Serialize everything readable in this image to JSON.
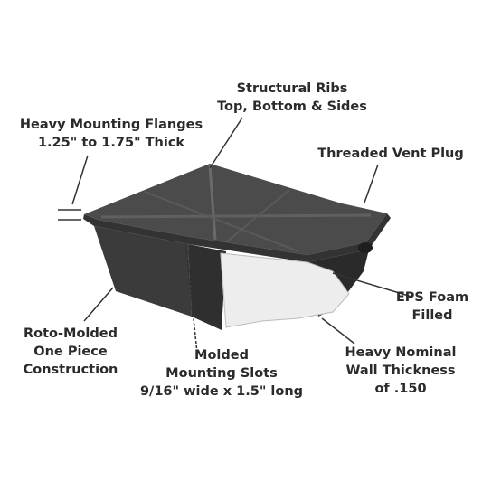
{
  "callouts": {
    "ribs": [
      "Structural Ribs",
      "Top, Bottom & Sides"
    ],
    "flanges": [
      "Heavy Mounting Flanges",
      "1.25\" to 1.75\" Thick"
    ],
    "vent": [
      "Threaded Vent Plug"
    ],
    "foam": [
      "EPS Foam",
      "Filled"
    ],
    "roto": [
      "Roto-Molded",
      "One Piece",
      "Construction"
    ],
    "slots": [
      "Molded",
      "Mounting Slots",
      "9/16\" wide x 1.5\" long"
    ],
    "wall": [
      "Heavy Nominal",
      "Wall Thickness",
      "of .150"
    ]
  },
  "colors": {
    "box_top": "#4a4a4a",
    "box_side": "#3a3a3a",
    "box_front": "#2e2e2e",
    "foam": "#ececec",
    "text": "#2b2b2b"
  }
}
